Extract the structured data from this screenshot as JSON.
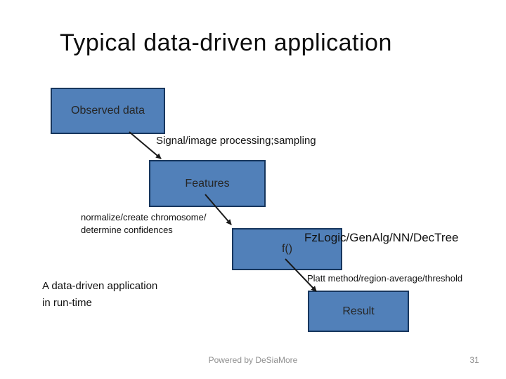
{
  "slide": {
    "title": "Typical data-driven application",
    "footer": {
      "powered_by": "Powered by DeSiaMore",
      "page_number": "31"
    }
  },
  "colors": {
    "background": "#ffffff",
    "box_fill": "#5180b9",
    "box_border": "#17365d",
    "box_text": "#262626",
    "label_text": "#111111",
    "arrow": "#1a1a1a",
    "footer_gray": "#8f8f8f"
  },
  "diagram": {
    "boxes": [
      {
        "id": "observed-data",
        "label": "Observed data"
      },
      {
        "id": "features",
        "label": "Features"
      },
      {
        "id": "function",
        "label": "f()"
      },
      {
        "id": "result",
        "label": "Result"
      }
    ],
    "labels": [
      {
        "id": "signal-processing",
        "text": "Signal/image processing;sampling"
      },
      {
        "id": "normalize",
        "text": "normalize/create chromosome/\ndetermine confidences"
      },
      {
        "id": "methods",
        "text": "FzLogic/GenAlg/NN/DecTree"
      },
      {
        "id": "platt",
        "text": "Platt method/region-average/threshold"
      },
      {
        "id": "runtime",
        "text": "A data-driven application\nin run-time"
      }
    ],
    "arrows": [
      {
        "id": "observed-to-features",
        "from": "observed-data",
        "to": "features"
      },
      {
        "id": "features-to-function",
        "from": "features",
        "to": "function"
      },
      {
        "id": "function-to-result",
        "from": "function",
        "to": "result"
      }
    ]
  }
}
